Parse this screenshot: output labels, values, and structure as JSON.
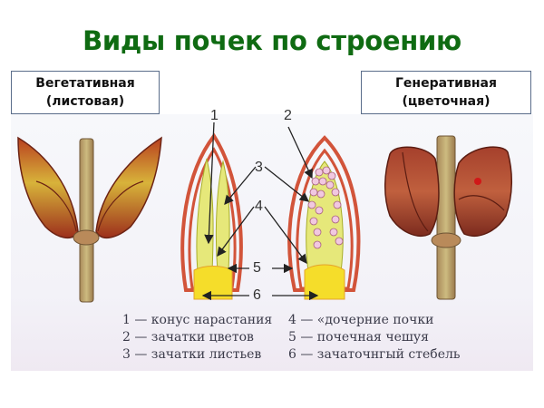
{
  "title": "Виды почек по строению",
  "labels": {
    "vegetative": {
      "line1": "Вегетативная",
      "line2": "(листовая)"
    },
    "generative": {
      "line1": "Генеративная",
      "line2": "(цветочная)"
    }
  },
  "callouts": [
    "1",
    "2",
    "3",
    "4",
    "5",
    "6"
  ],
  "legend": {
    "left": [
      "1 — конус нарастания",
      "2 — зачатки цветов",
      "3 — зачатки листьев"
    ],
    "right": [
      "4 — «дочерние почки",
      "5 — почечная чешуя",
      "6 — зачаточнгый стебель"
    ]
  },
  "colors": {
    "title": "#0f6b12",
    "scale": "#d2543a",
    "leaf_primordia": "#e6e87a",
    "stem_base": "#f5dd2a",
    "flower_buds": "#f1c8e0",
    "box_border": "#5a6d8a"
  }
}
